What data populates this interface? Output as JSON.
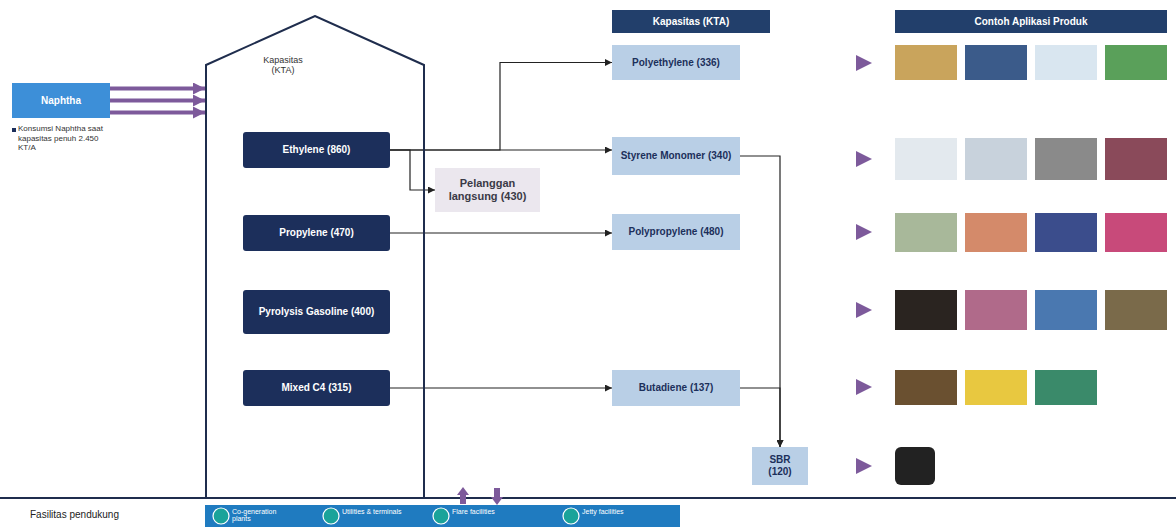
{
  "diagram": {
    "nodes": [
      {
        "text": [
          "Naphtha"
        ]
      },
      {
        "text": [
          "Kapasitas (KTA)"
        ]
      },
      {
        "text": [
          "Ethylene (860)"
        ],
        "in": 1
      },
      {
        "text": [
          "Propylene (470)"
        ],
        "in": 1
      },
      {
        "text": [
          "Pyrolysis Gasoline (400)"
        ],
        "in": 1
      },
      {
        "text": [
          "Mixed C4 (315)"
        ],
        "in": 1
      },
      {
        "text": [
          "Kapasitas (KTA)"
        ]
      },
      {
        "text": [
          "Polyethylene (336)"
        ]
      },
      {
        "text": [
          "Styrene Monomer (340)"
        ]
      },
      {
        "text": [
          "Pelanggan langsung (430)"
        ]
      },
      {
        "text": [
          "Polypropylene (480)"
        ]
      },
      {
        "text": [
          "Butadiene (137)"
        ]
      },
      {
        "text": [
          "SBR (120)"
        ]
      },
      {
        "text": [
          "Contoh Aplikasi Produk"
        ]
      }
    ],
    "edges": [
      {
        "from": 0,
        "to": 1,
        "arrow": "to"
      },
      {
        "from": 0,
        "to": 1,
        "arrow": "to"
      },
      {
        "from": 0,
        "to": 1,
        "arrow": "to"
      },
      {
        "from": 2,
        "to": 7,
        "arrow": "to"
      },
      {
        "from": 2,
        "to": 8,
        "arrow": "to"
      },
      {
        "from": 2,
        "to": 9,
        "arrow": "to"
      },
      {
        "from": 3,
        "to": 10,
        "arrow": "to"
      },
      {
        "from": 5,
        "to": 11,
        "arrow": "to"
      },
      {
        "from": 8,
        "to": 12,
        "arrow": "to"
      },
      {
        "from": 11,
        "to": 12,
        "arrow": "to"
      }
    ],
    "labels": [
      "Konsumsi Naphtha saat kapasitas penuh 2.450 KT/A",
      "Fasilitas pendukung",
      "Co-generation plants",
      "Utilities & terminals",
      "Flare facilities",
      "Jetty facilities"
    ]
  }
}
